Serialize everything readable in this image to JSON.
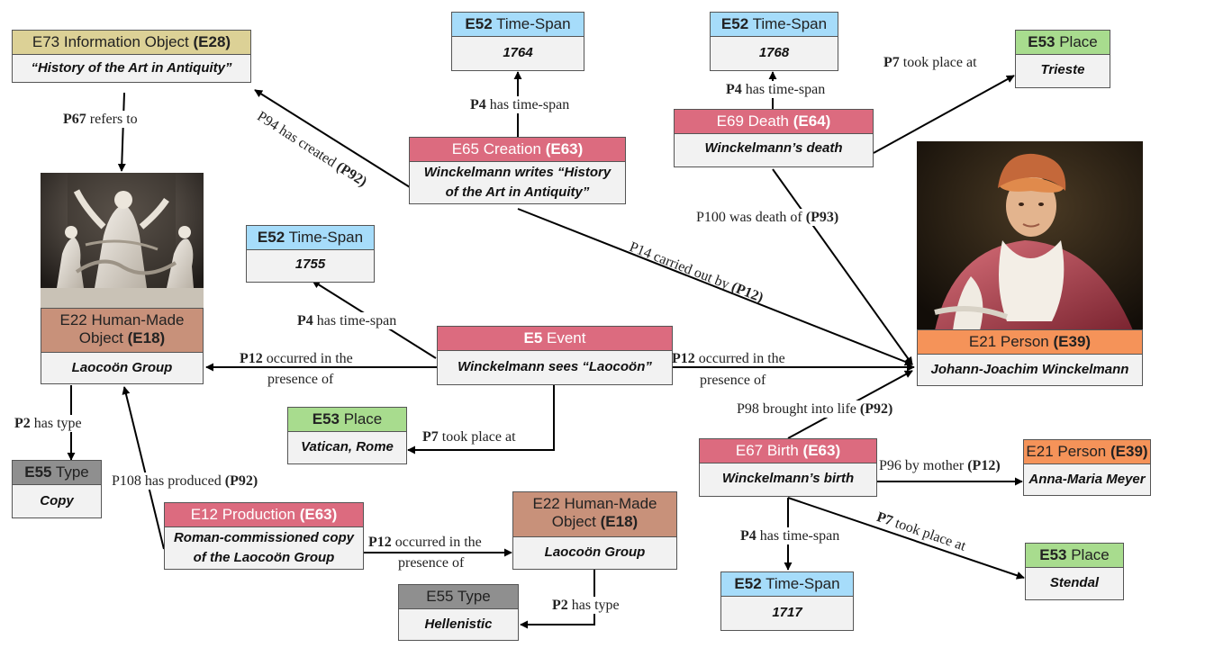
{
  "colors": {
    "time_span": "#a6dcfa",
    "place": "#a8dc8e",
    "event": "#dc6b7f",
    "information_object": "#dcd196",
    "human_made_object": "#c8917a",
    "type": "#8f8f8f",
    "person": "#f59359",
    "value_bg": "#f2f2f2"
  },
  "nodes": {
    "e73": {
      "cls": "E73",
      "type": "Information Object",
      "id": "(E28)",
      "value": "“History of the Art in Antiquity”"
    },
    "ts1764": {
      "cls": "E52",
      "type": "Time-Span",
      "value": "1764"
    },
    "ts1768": {
      "cls": "E52",
      "type": "Time-Span",
      "value": "1768"
    },
    "trieste": {
      "cls": "E53",
      "type": "Place",
      "value": "Trieste"
    },
    "creation": {
      "cls": "E65",
      "type": "Creation",
      "id": "(E63)",
      "value": "Winckelmann writes “History of the Art in Antiquity”"
    },
    "death": {
      "cls": "E69",
      "type": "Death",
      "id": "(E64)",
      "value": "Winckelmann’s death"
    },
    "ts1755": {
      "cls": "E52",
      "type": "Time-Span",
      "value": "1755"
    },
    "hmo1": {
      "cls": "E22",
      "type": "Human-Made Object",
      "id": "(E18)",
      "value": "Laocoön Group"
    },
    "event": {
      "cls": "E5",
      "type": "Event",
      "value": "Winckelmann sees “Laocoön”"
    },
    "person": {
      "cls": "E21",
      "type": "Person",
      "id": "(E39)",
      "value": "Johann-Joachim Winckelmann"
    },
    "vatican": {
      "cls": "E53",
      "type": "Place",
      "value": "Vatican, Rome"
    },
    "type_copy": {
      "cls": "E55",
      "type": "Type",
      "value": "Copy"
    },
    "birth": {
      "cls": "E67",
      "type": "Birth",
      "id": "(E63)",
      "value": "Winckelmann’s birth"
    },
    "mother": {
      "cls": "E21",
      "type": "Person",
      "id": "(E39)",
      "value": "Anna-Maria Meyer"
    },
    "production": {
      "cls": "E12",
      "type": "Production",
      "id": "(E63)",
      "value": "Roman-commissioned copy of the Laocoön Group"
    },
    "hmo2": {
      "cls": "E22",
      "type": "Human-Made Object",
      "id": "(E18)",
      "value": "Laocoön Group"
    },
    "stendal": {
      "cls": "E53",
      "type": "Place",
      "value": "Stendal"
    },
    "hellenistic": {
      "cls": "E55",
      "type": "Type",
      "value": "Hellenistic"
    },
    "ts1717": {
      "cls": "E52",
      "type": "Time-Span",
      "value": "1717"
    }
  },
  "edges": {
    "p94": {
      "code": "P94",
      "text": "has created",
      "inv": "(P92)"
    },
    "p67": {
      "code": "P67",
      "text": "refers to"
    },
    "p4_creation": {
      "code": "P4",
      "text": "has time-span"
    },
    "p4_death": {
      "code": "P4",
      "text": "has time-span"
    },
    "p7_death": {
      "code": "P7",
      "text": "took place at"
    },
    "p100": {
      "text": "P100 was death of",
      "inv": "(P93)"
    },
    "p14": {
      "text": "P14 carried out by",
      "inv": "(P12)"
    },
    "p4_event": {
      "code": "P4",
      "text": "has time-span"
    },
    "p12_left_1": {
      "code": "P12",
      "text": "occurred in the"
    },
    "p12_left_2": {
      "text": "presence of"
    },
    "p12_right_1": {
      "code": "P12",
      "text": "occurred in the"
    },
    "p12_right_2": {
      "text": "presence of"
    },
    "p7_event": {
      "code": "P7",
      "text": "took place at"
    },
    "p2_copy": {
      "code": "P2",
      "text": "has type"
    },
    "p108": {
      "text": "P108 has produced",
      "inv": "(P92)"
    },
    "p98": {
      "text": "P98 brought into life",
      "inv": "(P92)"
    },
    "p96": {
      "text": "P96 by mother",
      "inv": "(P12)"
    },
    "p12_prod_1": {
      "code": "P12",
      "text": "occurred in the"
    },
    "p12_prod_2": {
      "text": "presence of"
    },
    "p4_birth": {
      "code": "P4",
      "text": "has time-span"
    },
    "p7_birth": {
      "code": "P7",
      "text": "took place at"
    },
    "p2_hellenistic": {
      "code": "P2",
      "text": "has type"
    }
  },
  "images": {
    "sculpture": "laocoon-sculpture-image",
    "portrait": "winckelmann-portrait-image"
  }
}
